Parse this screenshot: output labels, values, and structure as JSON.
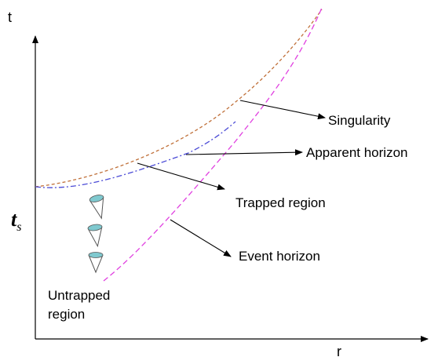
{
  "axes": {
    "x_label": "r",
    "y_label": "t"
  },
  "ts_label": {
    "main": "t",
    "subscript": "s"
  },
  "curves": {
    "singularity": {
      "color": "#c0703a",
      "style": "dashed"
    },
    "apparent_horizon": {
      "color": "#4b4bd6",
      "style": "dash-dot"
    },
    "event_horizon": {
      "color": "#e040e0",
      "style": "dashed"
    }
  },
  "labels": {
    "singularity": "Singularity",
    "apparent_horizon": "Apparent horizon",
    "trapped_region": "Trapped region",
    "event_horizon": "Event horizon",
    "untrapped_line1": "Untrapped",
    "untrapped_line2": "region"
  },
  "cone_icons": [
    "light-cone-icon",
    "light-cone-icon",
    "light-cone-icon"
  ],
  "colors": {
    "cone_fill": "#7fc9cf",
    "cone_stroke": "#555555"
  }
}
